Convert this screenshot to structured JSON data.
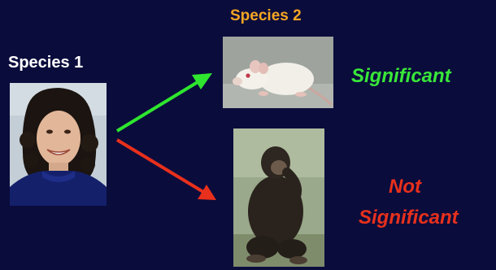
{
  "species1_label": "Species 1",
  "species2_label": "Species 2",
  "result_significant": "Significant",
  "result_not_significant_line1": "Not",
  "result_not_significant_line2": "Significant",
  "colors": {
    "background": "#0a0c3c",
    "species2_label": "#f5a623",
    "significant": "#39e639",
    "not_significant": "#e8301c",
    "arrow_green": "#2ee62e",
    "arrow_red": "#e8301c"
  },
  "images": {
    "human": "photo of smiling woman with curly dark hair",
    "rat": "photo of white rat",
    "chimp": "photo of seated chimpanzee"
  }
}
